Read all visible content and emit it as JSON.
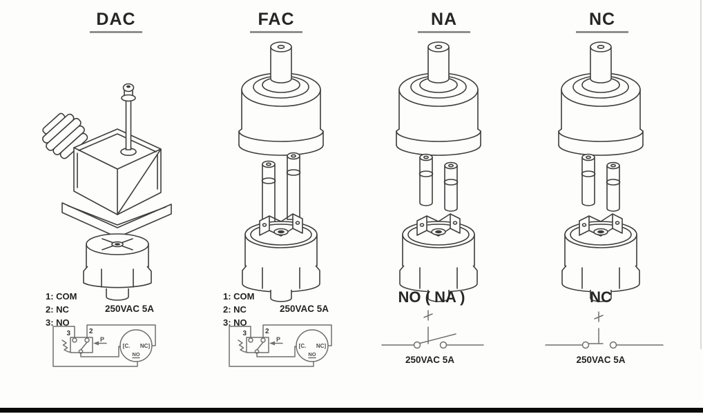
{
  "canvas": {
    "background_color": "#fdfdfc",
    "line_art_color": "#3d3d3d",
    "wire_color": "#6f6f6f",
    "title_underline_color": "#8f8f8f",
    "footer_bar_color": "#0a0a0a"
  },
  "columns": {
    "dac": {
      "title": "DAC",
      "legend": [
        "1: COM",
        "2: NC",
        "3: NO"
      ],
      "rating": "250VAC 5A",
      "circuit": {
        "terminal_no": "3",
        "terminal_nc": "2",
        "pressure_label": "P",
        "connector_left": "[C.",
        "connector_right": "NC]",
        "connector_bottom": "NO"
      }
    },
    "fac": {
      "title": "FAC",
      "legend": [
        "1: COM",
        "2: NC",
        "3: NO"
      ],
      "rating": "250VAC 5A",
      "circuit": {
        "terminal_no": "3",
        "terminal_nc": "2",
        "pressure_label": "P",
        "connector_left": "[C.",
        "connector_right": "NC]",
        "connector_bottom": "NO"
      }
    },
    "na": {
      "title": "NA",
      "contact_label": "NO ( NA )",
      "rating": "250VAC 5A",
      "switch_state": "normally-open"
    },
    "nc": {
      "title": "NC",
      "contact_label": "NC",
      "rating": "250VAC 5A",
      "switch_state": "normally-closed"
    }
  }
}
